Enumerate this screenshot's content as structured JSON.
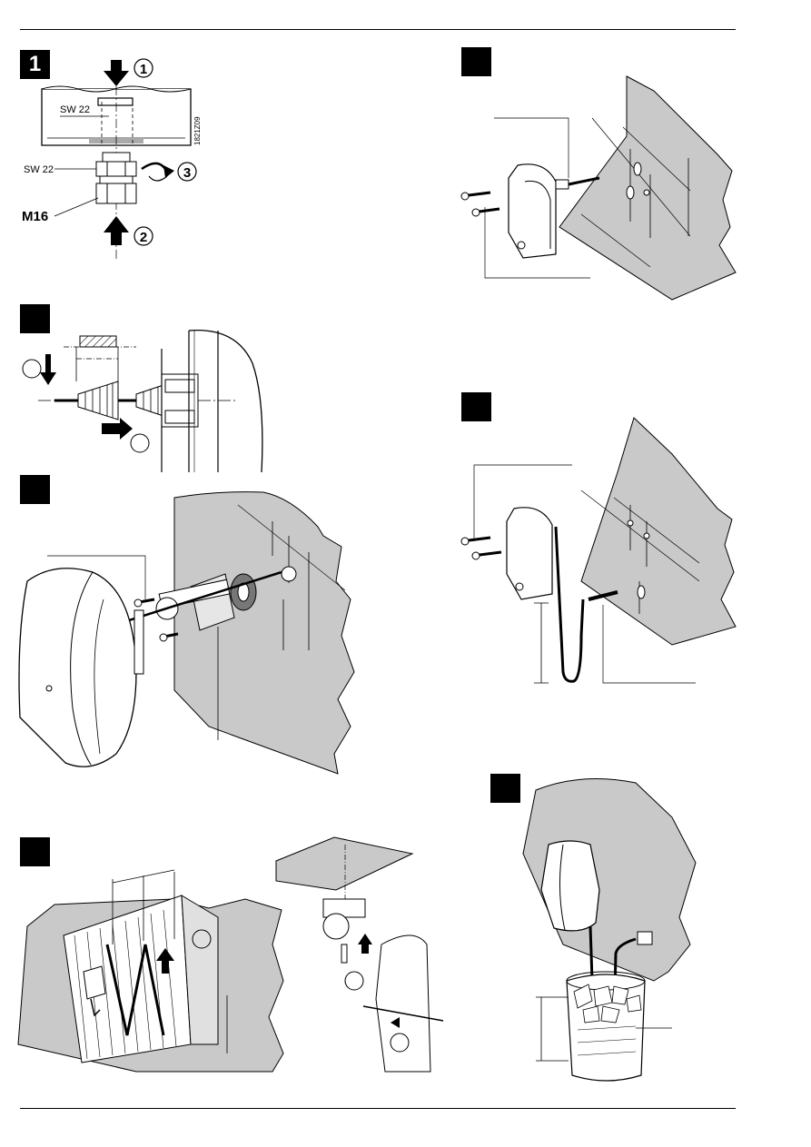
{
  "panels": {
    "p1": {
      "number": "1",
      "label_sw22_inner": "SW 22",
      "label_sw22_outer": "SW 22",
      "label_m16": "M16",
      "step1": "1",
      "step2": "2",
      "step3": "3",
      "drawing_code": "1821Z09"
    },
    "p2": {
      "number": ""
    },
    "p3": {
      "number": ""
    },
    "p4": {
      "number": ""
    },
    "p5": {
      "number": ""
    },
    "p6": {
      "number": ""
    },
    "p7": {
      "number": ""
    }
  },
  "colors": {
    "wall": "#c9c9c9",
    "ink": "#000000",
    "paper": "#ffffff"
  }
}
